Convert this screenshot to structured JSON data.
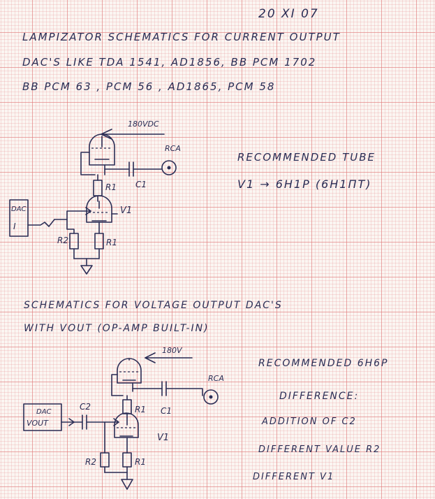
{
  "date": "20 XI 07",
  "header": {
    "line1": "LAMPIZATOR SCHEMATICS FOR CURRENT OUTPUT",
    "line2": "DAC'S   LIKE TDA 1541, AD1856, BB PCM 1702",
    "line3": "BB PCM 63 ,   PCM 56 , AD1865, PCM 58"
  },
  "circuit1": {
    "supply": "180VDC",
    "rca": "RCA",
    "r1_top": "R1",
    "c1": "C1",
    "v1": "V1",
    "dac_box_line1": "DAC",
    "dac_box_line2": "I",
    "r2": "R2",
    "r1_bottom": "R1"
  },
  "recommendation1": {
    "title": "RECOMMENDED TUBE",
    "value": "V1 → 6H1P (6H1ΠT)"
  },
  "section2": {
    "line1": "SCHEMATICS   FOR   VOLTAGE OUTPUT DAC'S",
    "line2": "WITH   VOUT (OP-AMP BUILT-IN)"
  },
  "circuit2": {
    "supply": "180V",
    "rca": "RCA",
    "r1_top": "R1",
    "c1": "C1",
    "c2": "C2",
    "v1": "V1",
    "dac_box_line1": "DAC",
    "dac_box_line2": "VOUT",
    "r2": "R2",
    "r1_bottom": "R1"
  },
  "recommendation2": {
    "title": "RECOMMENDED 6H6P",
    "diff_title": "DIFFERENCE:",
    "diff1": "ADDITION OF C2",
    "diff2": "DIFFERENT VALUE R2",
    "diff3": "DIFFERENT V1"
  }
}
